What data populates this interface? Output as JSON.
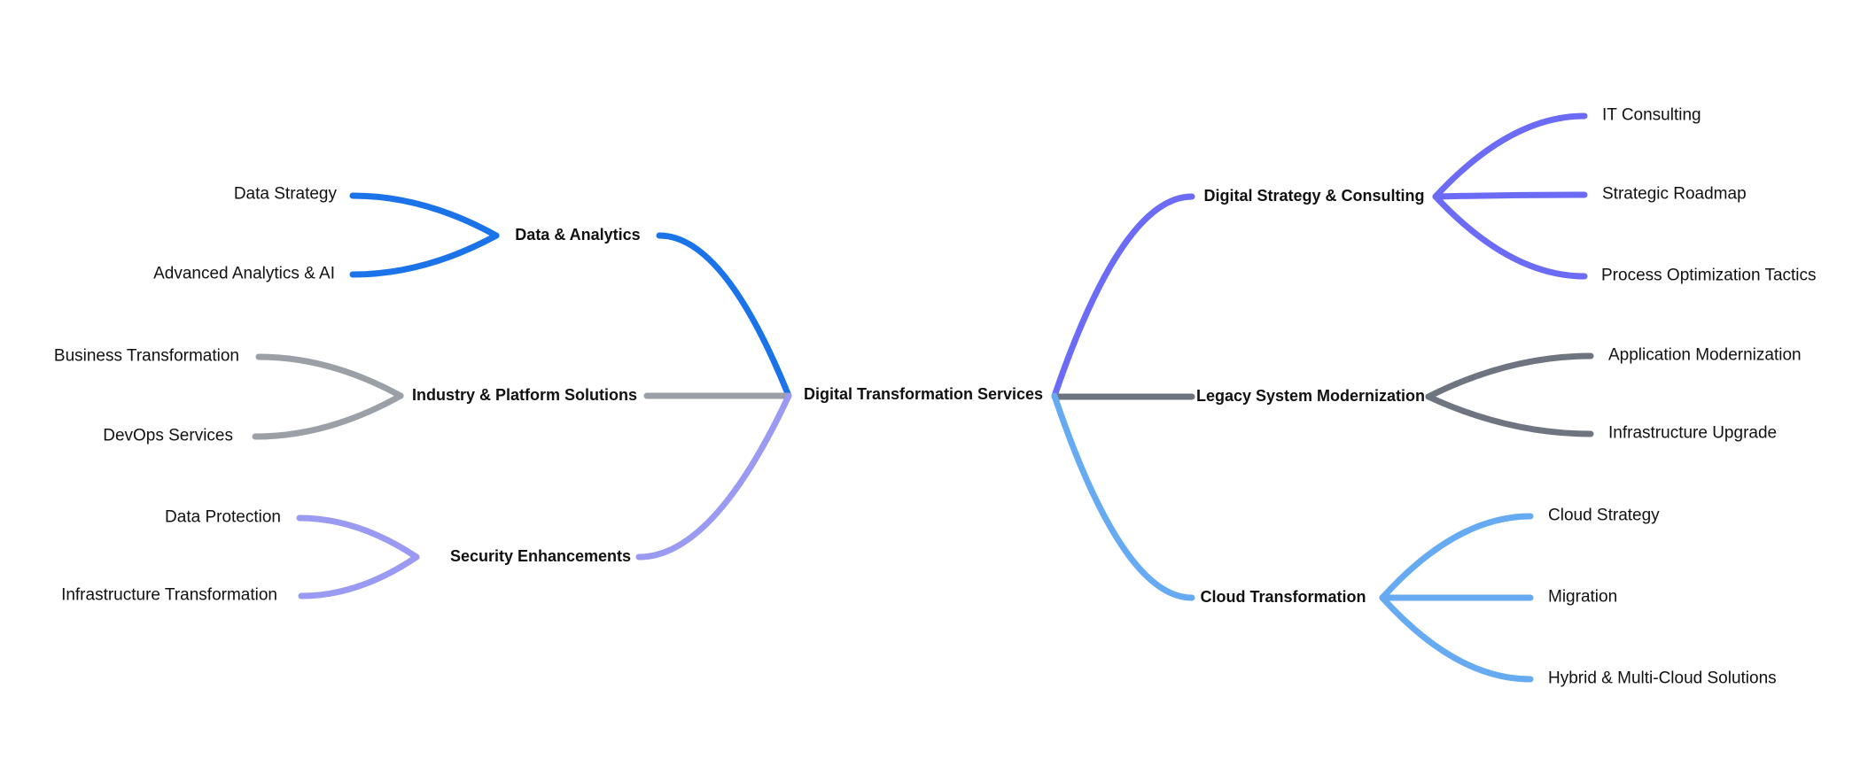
{
  "colors": {
    "blue": "#1a73e8",
    "gray": "#9aa0a6",
    "lavender": "#9a9af2",
    "purple": "#6b6bf5",
    "slate": "#6e7480",
    "sky": "#66abf2",
    "text": "#111111",
    "background": "#ffffff"
  },
  "mindmap": {
    "root": {
      "label": "Digital Transformation Services"
    },
    "left": [
      {
        "label": "Data & Analytics",
        "color": "#1a73e8",
        "children": [
          {
            "label": "Data Strategy"
          },
          {
            "label": "Advanced Analytics & AI"
          }
        ]
      },
      {
        "label": "Industry & Platform Solutions",
        "color": "#9aa0a6",
        "children": [
          {
            "label": "Business Transformation"
          },
          {
            "label": "DevOps Services"
          }
        ]
      },
      {
        "label": "Security Enhancements",
        "color": "#9a9af2",
        "children": [
          {
            "label": "Data Protection"
          },
          {
            "label": "Infrastructure Transformation"
          }
        ]
      }
    ],
    "right": [
      {
        "label": "Digital Strategy & Consulting",
        "color": "#6b6bf5",
        "children": [
          {
            "label": "IT Consulting"
          },
          {
            "label": "Strategic Roadmap"
          },
          {
            "label": "Process Optimization Tactics"
          }
        ]
      },
      {
        "label": "Legacy System Modernization",
        "color": "#6e7480",
        "children": [
          {
            "label": "Application Modernization"
          },
          {
            "label": "Infrastructure Upgrade"
          }
        ]
      },
      {
        "label": "Cloud Transformation",
        "color": "#66abf2",
        "children": [
          {
            "label": "Cloud Strategy"
          },
          {
            "label": "Migration"
          },
          {
            "label": "Hybrid & Multi-Cloud Solutions"
          }
        ]
      }
    ]
  }
}
